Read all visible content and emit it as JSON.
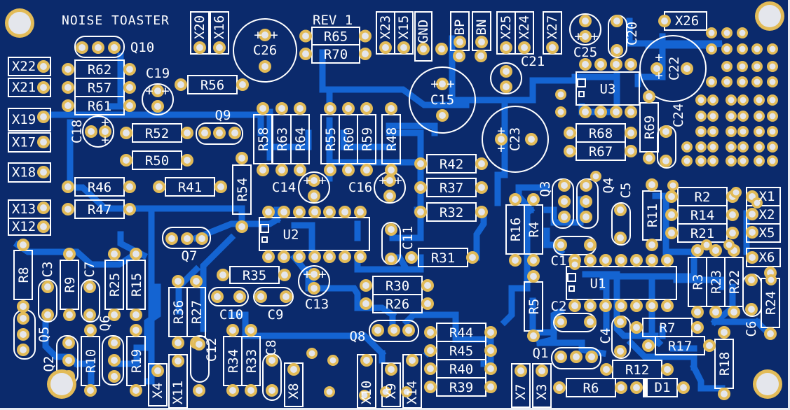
{
  "board": {
    "title": "NOISE TOASTER",
    "revision": "REV 1",
    "colors": {
      "substrate": "#0b2a6c",
      "trace": "#1464d2",
      "silkscreen": "#ffffff",
      "pad_ring": "#e2bb58",
      "pad_hole": "#e4e6ec"
    }
  },
  "connectors": [
    "X22",
    "X21",
    "X19",
    "X17",
    "X18",
    "X13",
    "X12",
    "X20",
    "X16",
    "X23",
    "X15",
    "GND",
    "BP",
    "BN",
    "X25",
    "X24",
    "X27",
    "X26",
    "X1",
    "X2",
    "X5",
    "X6",
    "X4",
    "X11",
    "X8",
    "X10",
    "X9",
    "X14",
    "X7",
    "X3"
  ],
  "resistors": [
    "R62",
    "R57",
    "R61",
    "R56",
    "R65",
    "R70",
    "R52",
    "R50",
    "R46",
    "R47",
    "R41",
    "R54",
    "R58",
    "R63",
    "R64",
    "R55",
    "R60",
    "R59",
    "R48",
    "R42",
    "R37",
    "R32",
    "R31",
    "R35",
    "R30",
    "R26",
    "R44",
    "R45",
    "R40",
    "R39",
    "R8",
    "R9",
    "R25",
    "R15",
    "R10",
    "R19",
    "R36",
    "R27",
    "R34",
    "R33",
    "R68",
    "R67",
    "R69",
    "R16",
    "R4",
    "R11",
    "R2",
    "R14",
    "R21",
    "R3",
    "R23",
    "R22",
    "R24",
    "R5",
    "R7",
    "R17",
    "R18",
    "R12",
    "R6"
  ],
  "capacitors": [
    "C26",
    "C19",
    "C18",
    "C14",
    "C16",
    "C11",
    "C13",
    "C10",
    "C9",
    "C12",
    "C8",
    "C3",
    "C7",
    "C15",
    "C21",
    "C23",
    "C25",
    "C20",
    "C22",
    "C24",
    "C5",
    "C1",
    "C2",
    "C4",
    "C6"
  ],
  "transistors": [
    "Q10",
    "Q9",
    "Q7",
    "Q8",
    "Q5",
    "Q6",
    "Q2",
    "Q3",
    "Q4",
    "Q1"
  ],
  "ics": [
    "U2",
    "U3",
    "U1"
  ],
  "diodes": [
    "D1"
  ]
}
